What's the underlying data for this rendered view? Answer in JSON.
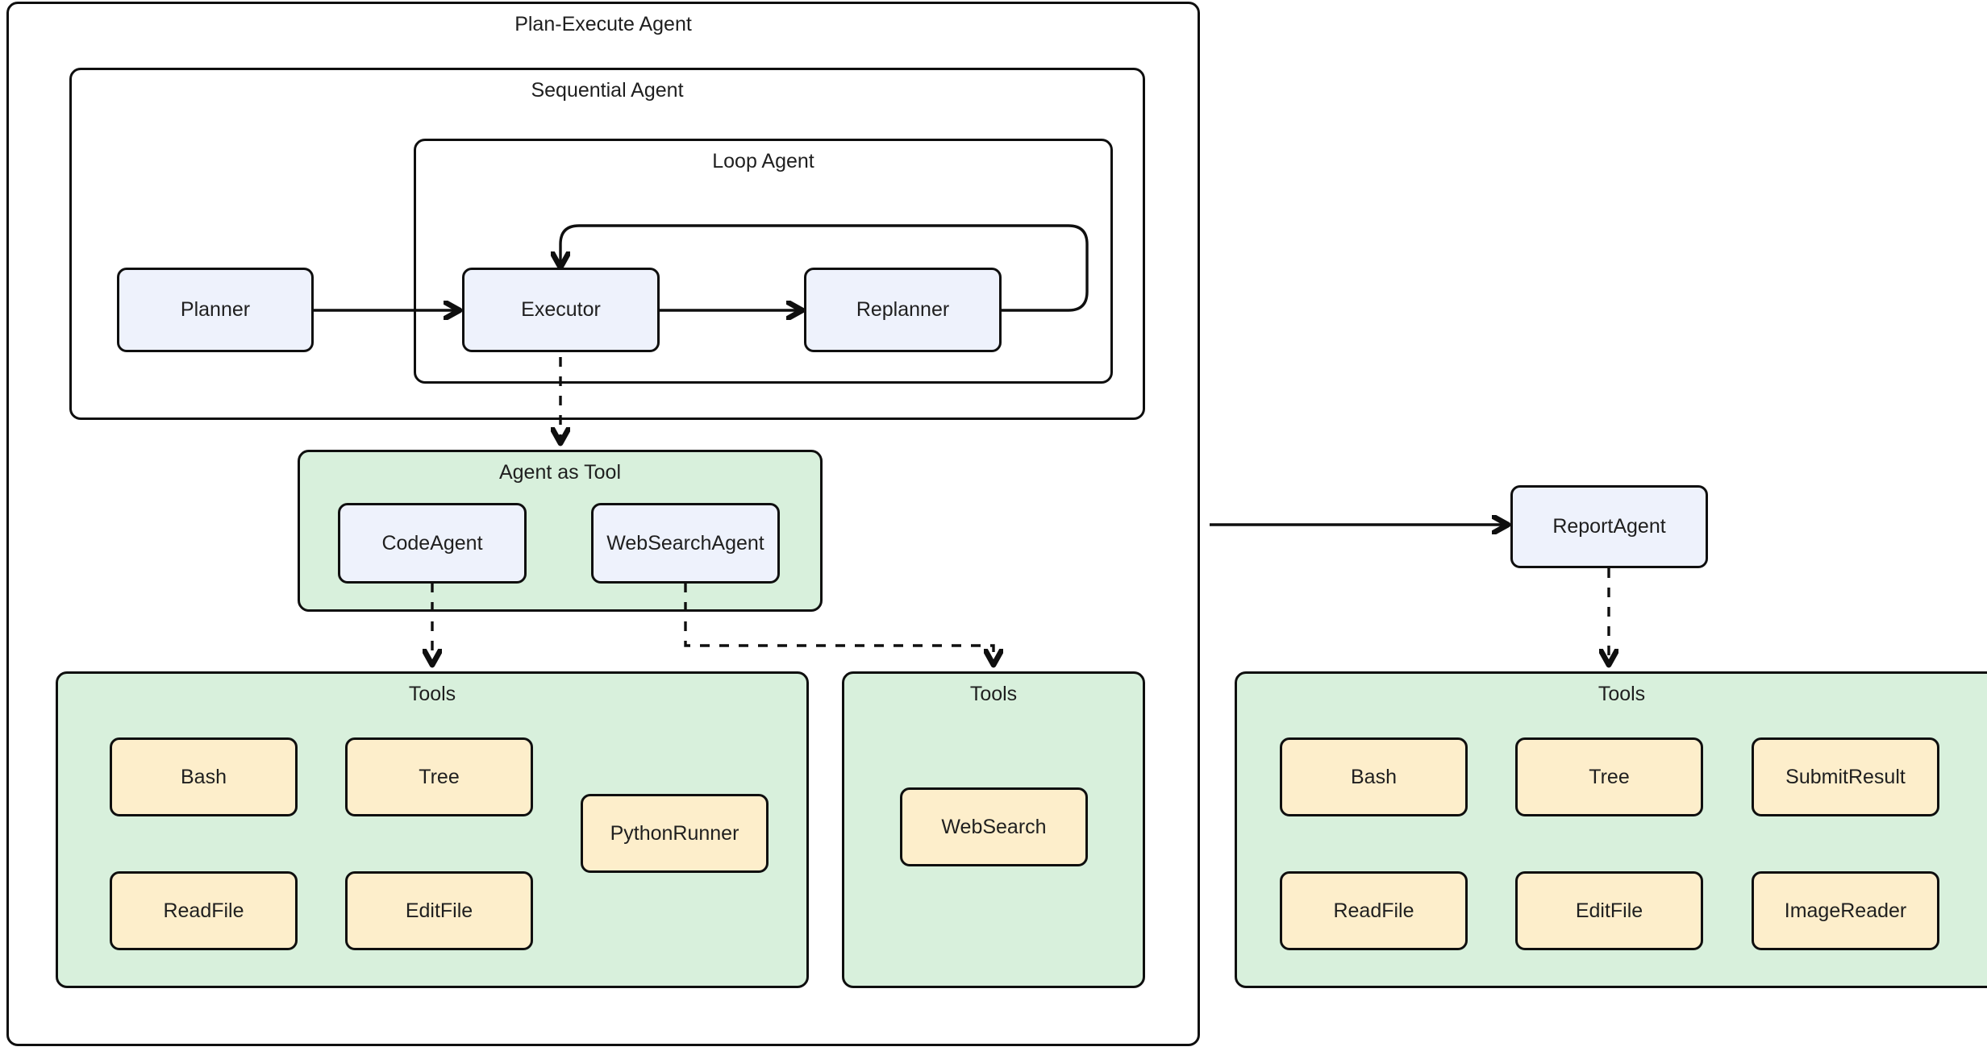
{
  "diagram": {
    "title": "Plan-Execute Agent",
    "type": "architecture-flow"
  },
  "groups": {
    "plan_execute_agent": {
      "label": "Plan-Execute Agent"
    },
    "sequential_agent": {
      "label": "Sequential Agent"
    },
    "loop_agent": {
      "label": "Loop Agent"
    },
    "agent_as_tool": {
      "label": "Agent as Tool"
    },
    "tools_code": {
      "label": "Tools"
    },
    "tools_websearch": {
      "label": "Tools"
    },
    "tools_report": {
      "label": "Tools"
    }
  },
  "nodes": {
    "planner": {
      "label": "Planner"
    },
    "executor": {
      "label": "Executor"
    },
    "replanner": {
      "label": "Replanner"
    },
    "code_agent": {
      "label": "CodeAgent"
    },
    "web_search_agent": {
      "label": "WebSearchAgent"
    },
    "report_agent": {
      "label": "ReportAgent"
    }
  },
  "tools": {
    "code_tools": [
      {
        "label": "Bash"
      },
      {
        "label": "Tree"
      },
      {
        "label": "PythonRunner"
      },
      {
        "label": "ReadFile"
      },
      {
        "label": "EditFile"
      }
    ],
    "websearch_tools": [
      {
        "label": "WebSearch"
      }
    ],
    "report_tools": [
      {
        "label": "Bash"
      },
      {
        "label": "Tree"
      },
      {
        "label": "SubmitResult"
      },
      {
        "label": "ReadFile"
      },
      {
        "label": "EditFile"
      },
      {
        "label": "ImageReader"
      }
    ]
  },
  "colors": {
    "background": "#ffffff",
    "stroke": "#0f0f0f",
    "agent_fill": "#eef2fc",
    "group_fill": "#d8f0dc",
    "tool_fill": "#fdeecb",
    "text": "#1f1f1f"
  },
  "edges": [
    {
      "from": "planner",
      "to": "executor",
      "style": "solid"
    },
    {
      "from": "executor",
      "to": "replanner",
      "style": "solid"
    },
    {
      "from": "replanner",
      "to": "executor",
      "style": "solid",
      "kind": "loop-back"
    },
    {
      "from": "executor",
      "to": "agent_as_tool",
      "style": "dashed"
    },
    {
      "from": "code_agent",
      "to": "tools_code",
      "style": "dashed"
    },
    {
      "from": "web_search_agent",
      "to": "tools_websearch",
      "style": "dashed"
    },
    {
      "from": "plan_execute_agent",
      "to": "report_agent",
      "style": "solid"
    },
    {
      "from": "report_agent",
      "to": "tools_report",
      "style": "dashed"
    }
  ]
}
